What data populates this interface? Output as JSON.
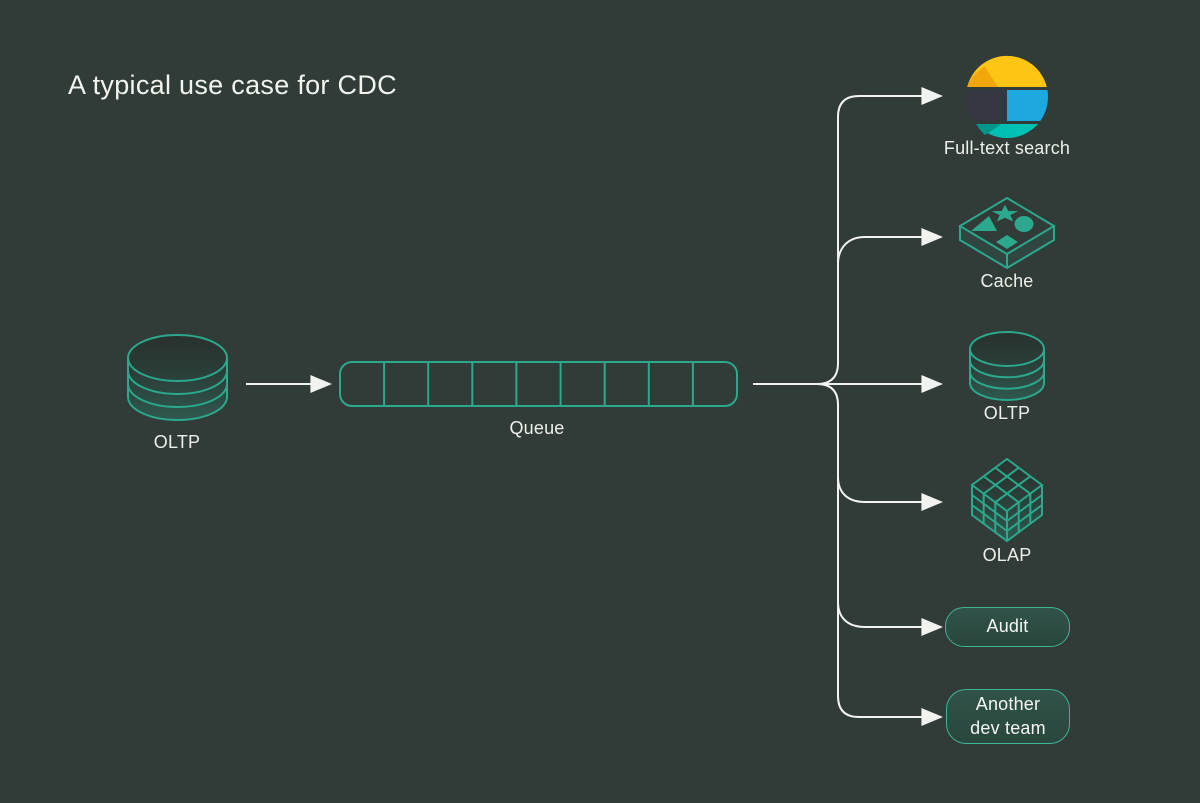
{
  "title": "A typical use case for CDC",
  "colors": {
    "background": "#313B37",
    "accent_teal": "#2BA88D",
    "connector_white": "#F2F3F0",
    "text": "#EDEFEA",
    "button_border": "#3FB394",
    "elastic_yellow": "#FEC514",
    "elastic_orange": "#F2A60D",
    "elastic_dark": "#343741",
    "elastic_blue": "#1FA8E0",
    "elastic_teal": "#00BFB3",
    "elastic_dark_teal": "#00968B"
  },
  "flow": {
    "source": {
      "label": "OLTP",
      "icon": "database-cylinder"
    },
    "queue": {
      "label": "Queue",
      "cells": 9
    },
    "targets": [
      {
        "id": "full-text-search",
        "label": "Full-text search",
        "icon": "elasticsearch-logo"
      },
      {
        "id": "cache",
        "label": "Cache",
        "icon": "isometric-tile-shapes"
      },
      {
        "id": "oltp",
        "label": "OLTP",
        "icon": "database-cylinder"
      },
      {
        "id": "olap",
        "label": "OLAP",
        "icon": "isometric-cube-grid"
      },
      {
        "id": "audit",
        "label": "Audit",
        "icon": "rounded-box"
      },
      {
        "id": "another-dev-team",
        "label": "Another dev team",
        "label_lines": [
          "Another",
          "dev team"
        ],
        "icon": "rounded-box"
      }
    ]
  },
  "edges": [
    {
      "from": "OLTP",
      "to": "Queue"
    },
    {
      "from": "Queue",
      "to": "Full-text search"
    },
    {
      "from": "Queue",
      "to": "Cache"
    },
    {
      "from": "Queue",
      "to": "OLTP"
    },
    {
      "from": "Queue",
      "to": "OLAP"
    },
    {
      "from": "Queue",
      "to": "Audit"
    },
    {
      "from": "Queue",
      "to": "Another dev team"
    }
  ]
}
